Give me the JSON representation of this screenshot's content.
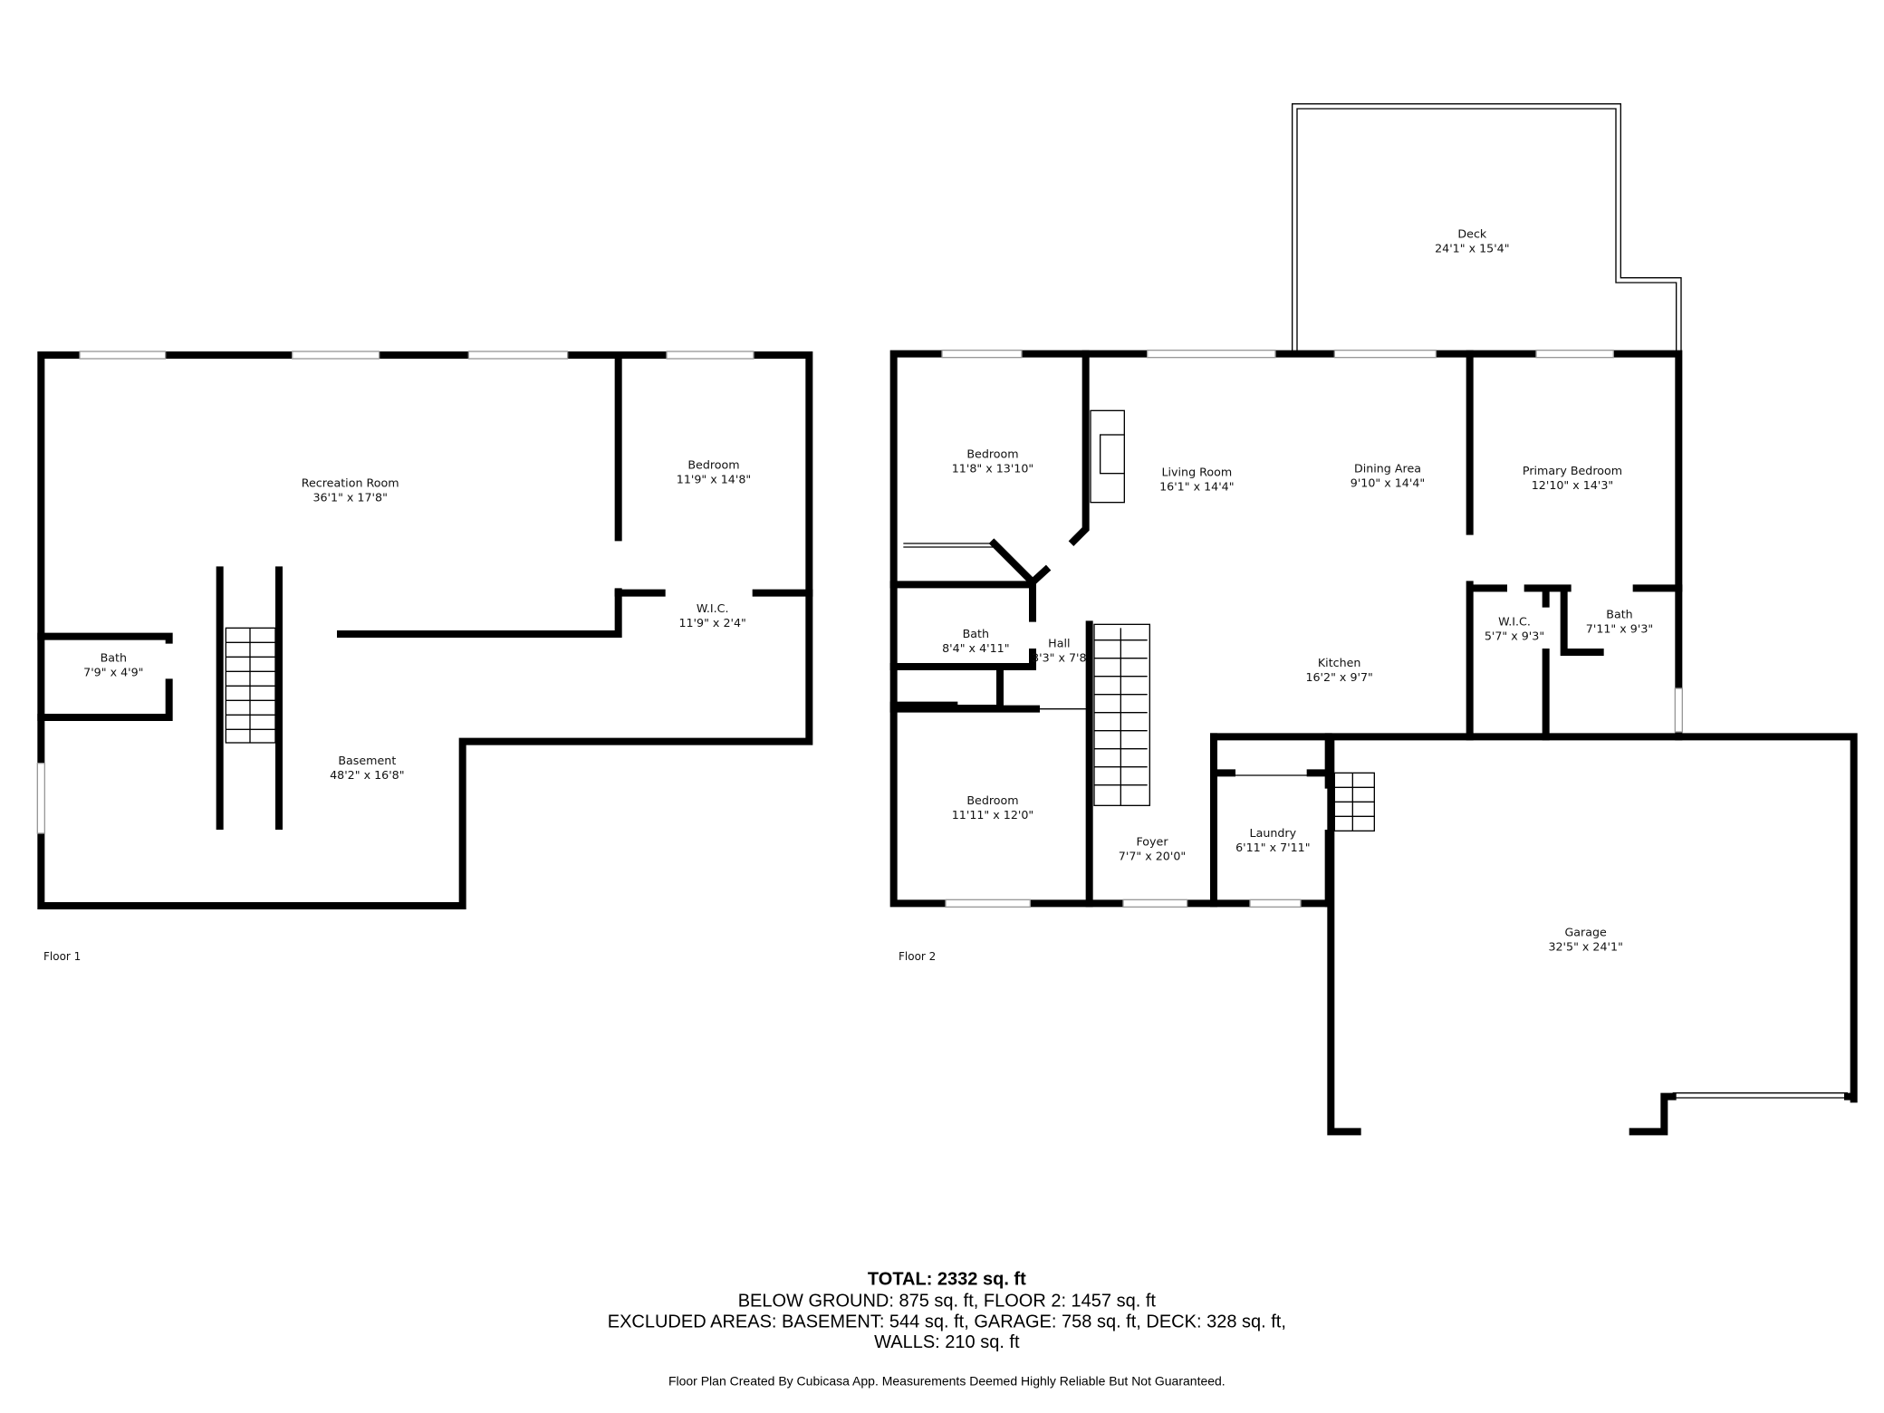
{
  "floor1": {
    "label": "Floor 1",
    "rooms": [
      {
        "name": "Recreation Room",
        "dims": "36'1\" x 17'8\""
      },
      {
        "name": "Bedroom",
        "dims": "11'9\" x 14'8\""
      },
      {
        "name": "W.I.C.",
        "dims": "11'9\" x 2'4\""
      },
      {
        "name": "Bath",
        "dims": "7'9\" x 4'9\""
      },
      {
        "name": "Basement",
        "dims": "48'2\" x 16'8\""
      }
    ]
  },
  "floor2": {
    "label": "Floor 2",
    "rooms": [
      {
        "name": "Deck",
        "dims": "24'1\" x 15'4\""
      },
      {
        "name": "Bedroom",
        "dims": "11'8\" x 13'10\""
      },
      {
        "name": "Living Room",
        "dims": "16'1\" x 14'4\""
      },
      {
        "name": "Dining Area",
        "dims": "9'10\" x 14'4\""
      },
      {
        "name": "Primary Bedroom",
        "dims": "12'10\" x 14'3\""
      },
      {
        "name": "Bath",
        "dims": "8'4\" x 4'11\""
      },
      {
        "name": "Hall",
        "dims": "3'3\" x 7'8"
      },
      {
        "name": "Kitchen",
        "dims": "16'2\" x 9'7\""
      },
      {
        "name": "W.I.C.",
        "dims": "5'7\" x 9'3\""
      },
      {
        "name": "Bath",
        "dims": "7'11\" x 9'3\""
      },
      {
        "name": "Bedroom",
        "dims": "11'11\" x 12'0\""
      },
      {
        "name": "Foyer",
        "dims": "7'7\" x 20'0\""
      },
      {
        "name": "Laundry",
        "dims": "6'11\" x 7'11\""
      },
      {
        "name": "Garage",
        "dims": "32'5\" x 24'1\""
      }
    ]
  },
  "summary": {
    "total": "TOTAL: 2332 sq. ft",
    "line1": "BELOW GROUND: 875 sq. ft, FLOOR 2: 1457 sq. ft",
    "line2": "EXCLUDED AREAS: BASEMENT: 544 sq. ft, GARAGE: 758 sq. ft, DECK: 328 sq. ft,",
    "line3": "WALLS: 210 sq. ft"
  },
  "footer": "Floor Plan Created By Cubicasa App. Measurements Deemed Highly Reliable But Not Guaranteed."
}
